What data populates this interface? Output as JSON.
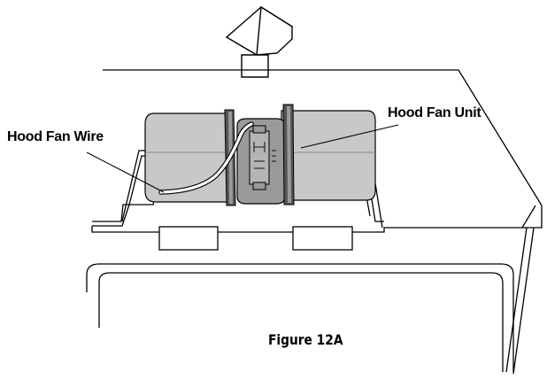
{
  "labels": {
    "hood_fan_unit": "Hood Fan Unit",
    "hood_fan_wire": "Hood Fan Wire"
  },
  "caption": "Figure 12A",
  "colors": {
    "line": "#000000",
    "fan_body": "#c8c8c8",
    "fan_hub": "#9a9a9a",
    "fan_ring": "#555555",
    "wire": "#ffffff",
    "background": "#ffffff"
  },
  "icons": {
    "direction_arrow": "up-arrow-icon"
  }
}
